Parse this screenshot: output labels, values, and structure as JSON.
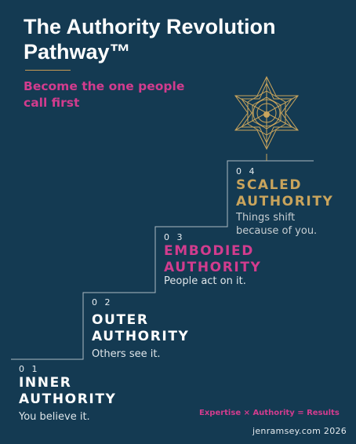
{
  "header": {
    "title": "The Authority Revolution Pathway™",
    "subtitle": "Become the one people call first"
  },
  "emblem": {
    "icon": "geometric-star-emblem-icon",
    "color": "#c9a45c"
  },
  "steps": [
    {
      "number": "0 1",
      "title_line1": "INNER",
      "title_line2": "AUTHORITY",
      "description": "You believe it.",
      "color": "#ffffff"
    },
    {
      "number": "0 2",
      "title_line1": "OUTER",
      "title_line2": "AUTHORITY",
      "description": "Others see it.",
      "color": "#ffffff"
    },
    {
      "number": "0 3",
      "title_line1": "EMBODIED",
      "title_line2": "AUTHORITY",
      "description": "People act on it.",
      "color": "#d23c8e"
    },
    {
      "number": "0 4",
      "title_line1": "SCALED",
      "title_line2": "AUTHORITY",
      "description_line1": "Things shift",
      "description_line2": "because of you.",
      "color": "#c9a45c"
    }
  ],
  "tagline": "Expertise × Authority = Results",
  "footer": "jenramsey.com 2026",
  "colors": {
    "background": "#143a52",
    "accent_pink": "#d23c8e",
    "accent_gold": "#c9a45c"
  }
}
